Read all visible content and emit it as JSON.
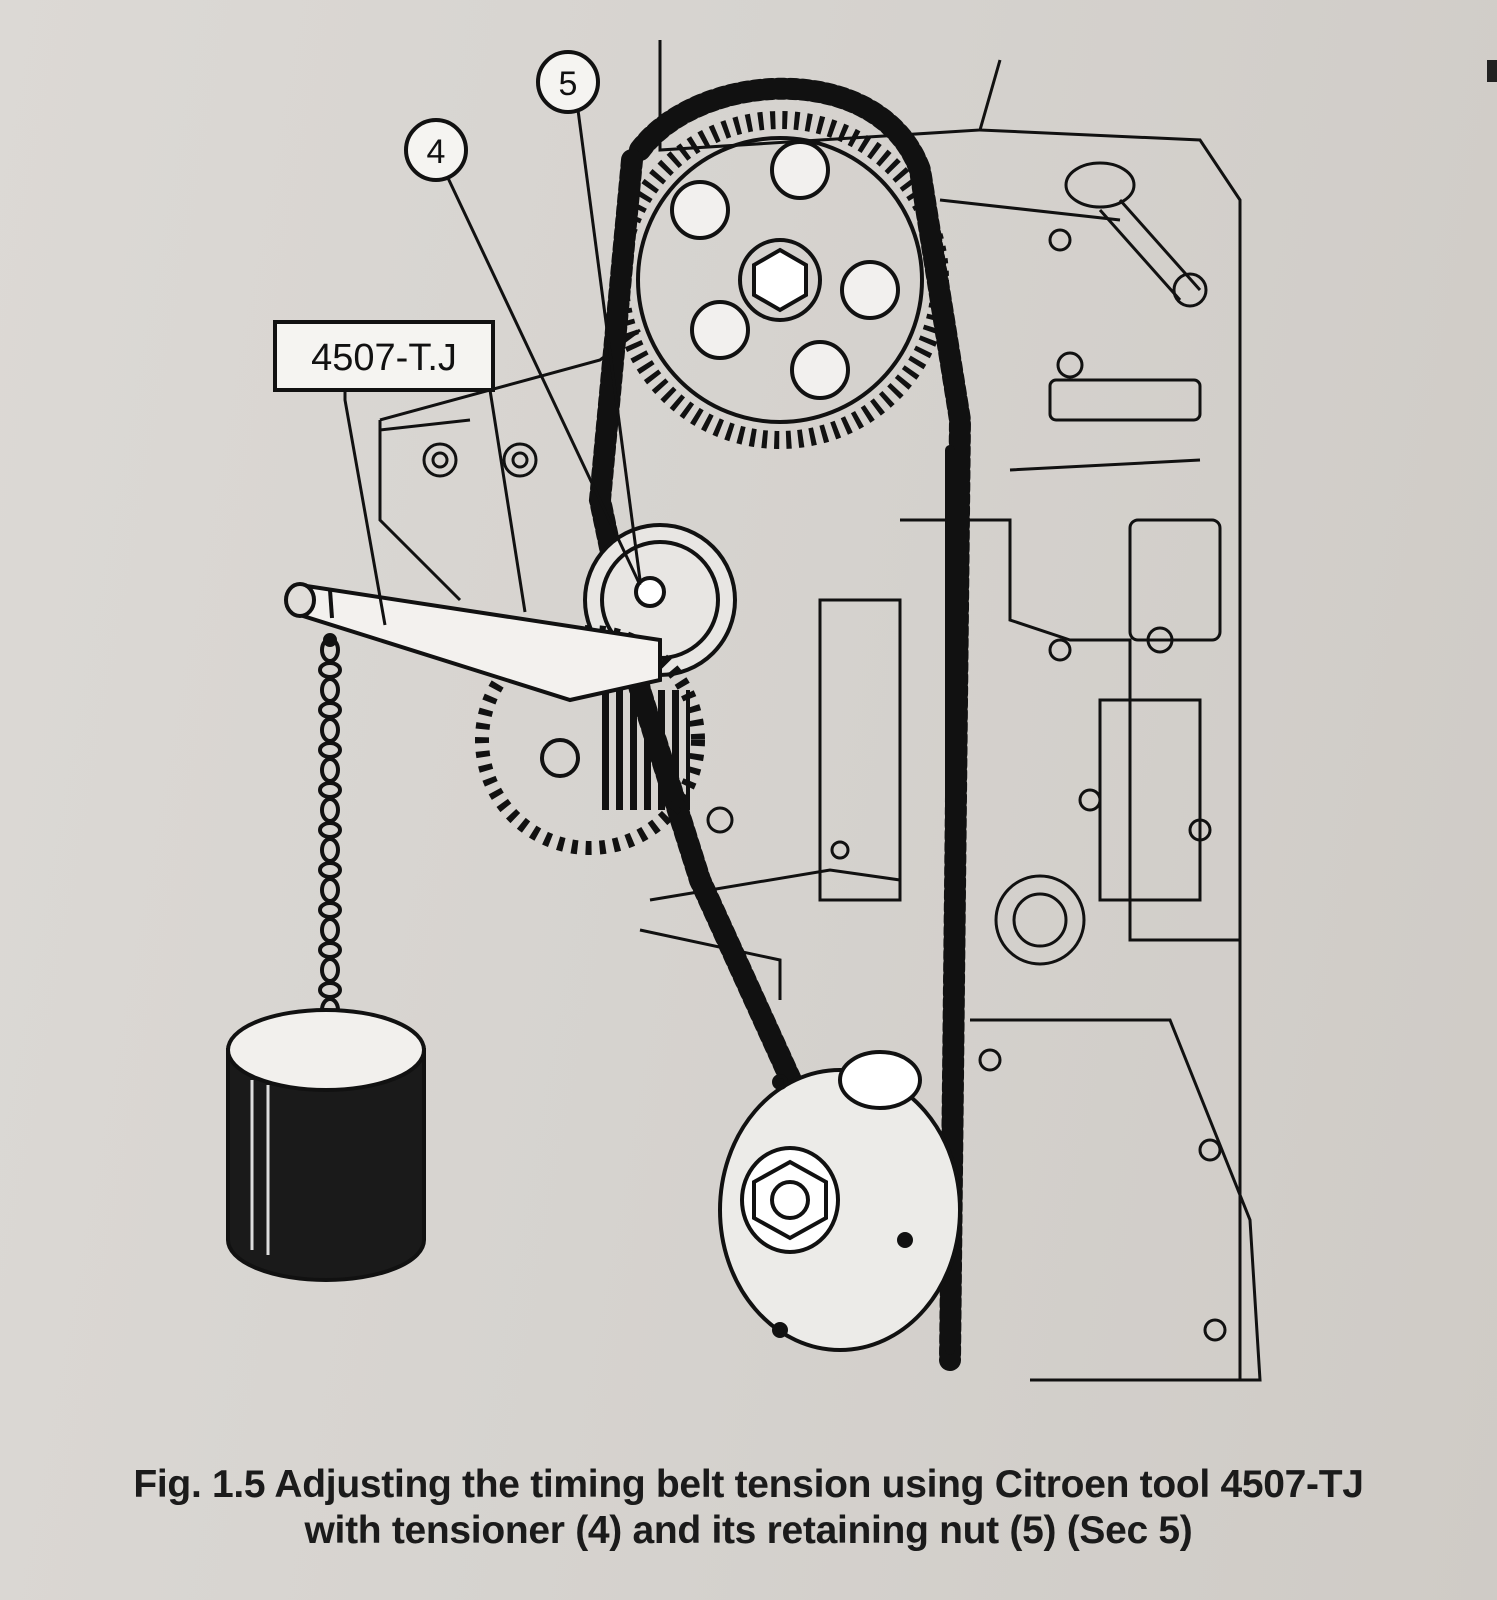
{
  "figure": {
    "tool_label": "4507-T.J",
    "callouts": [
      {
        "id": "tensioner",
        "number": "4"
      },
      {
        "id": "retaining-nut",
        "number": "5"
      }
    ]
  },
  "caption": {
    "line1": "Fig. 1.5 Adjusting the timing belt tension using Citroen tool 4507-TJ",
    "line2": "with tensioner (4) and its retaining nut (5) (Sec 5)"
  },
  "colors": {
    "paper": "#d9d6d2",
    "ink": "#1b1b1b"
  }
}
